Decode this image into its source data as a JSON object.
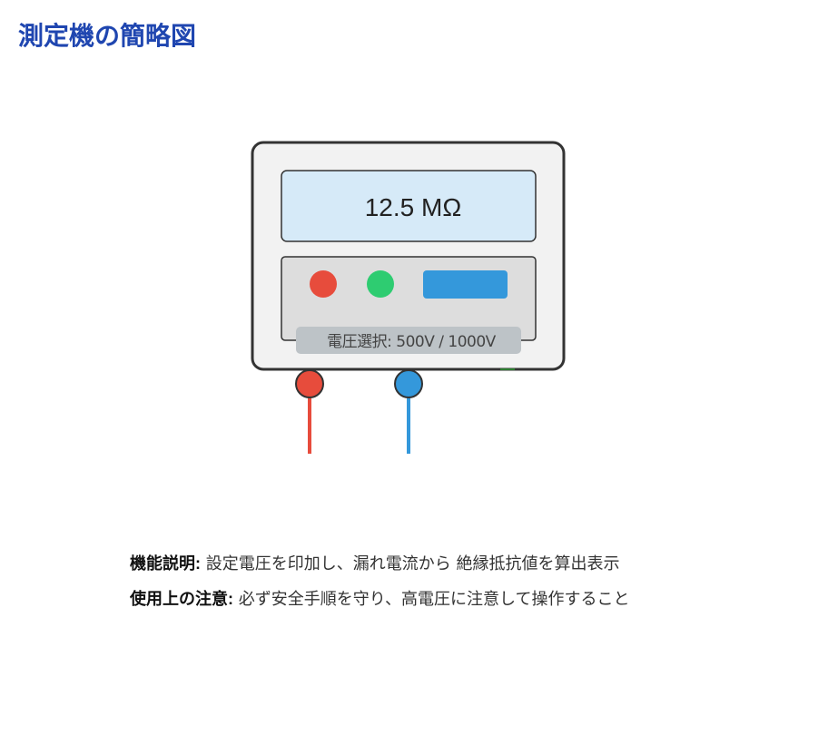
{
  "title": "測定機の簡略図",
  "device": {
    "display_value": "12.5 MΩ",
    "voltage_label": "電圧選択: 500V / 1000V",
    "buttons": [
      {
        "name": "red-button",
        "color": "#e74c3c"
      },
      {
        "name": "green-button",
        "color": "#2ecc71"
      },
      {
        "name": "blue-button",
        "color": "#3498db"
      }
    ],
    "probes": [
      {
        "name": "red-probe",
        "color": "#e74c3c"
      },
      {
        "name": "blue-probe",
        "color": "#3498db"
      }
    ]
  },
  "notes": {
    "function_label": "機能説明:",
    "function_text": "設定電圧を印加し、漏れ電流から 絶縁抵抗値を算出表示",
    "caution_label": "使用上の注意:",
    "caution_text": "必ず安全手順を守り、高電圧に注意して操作すること"
  }
}
